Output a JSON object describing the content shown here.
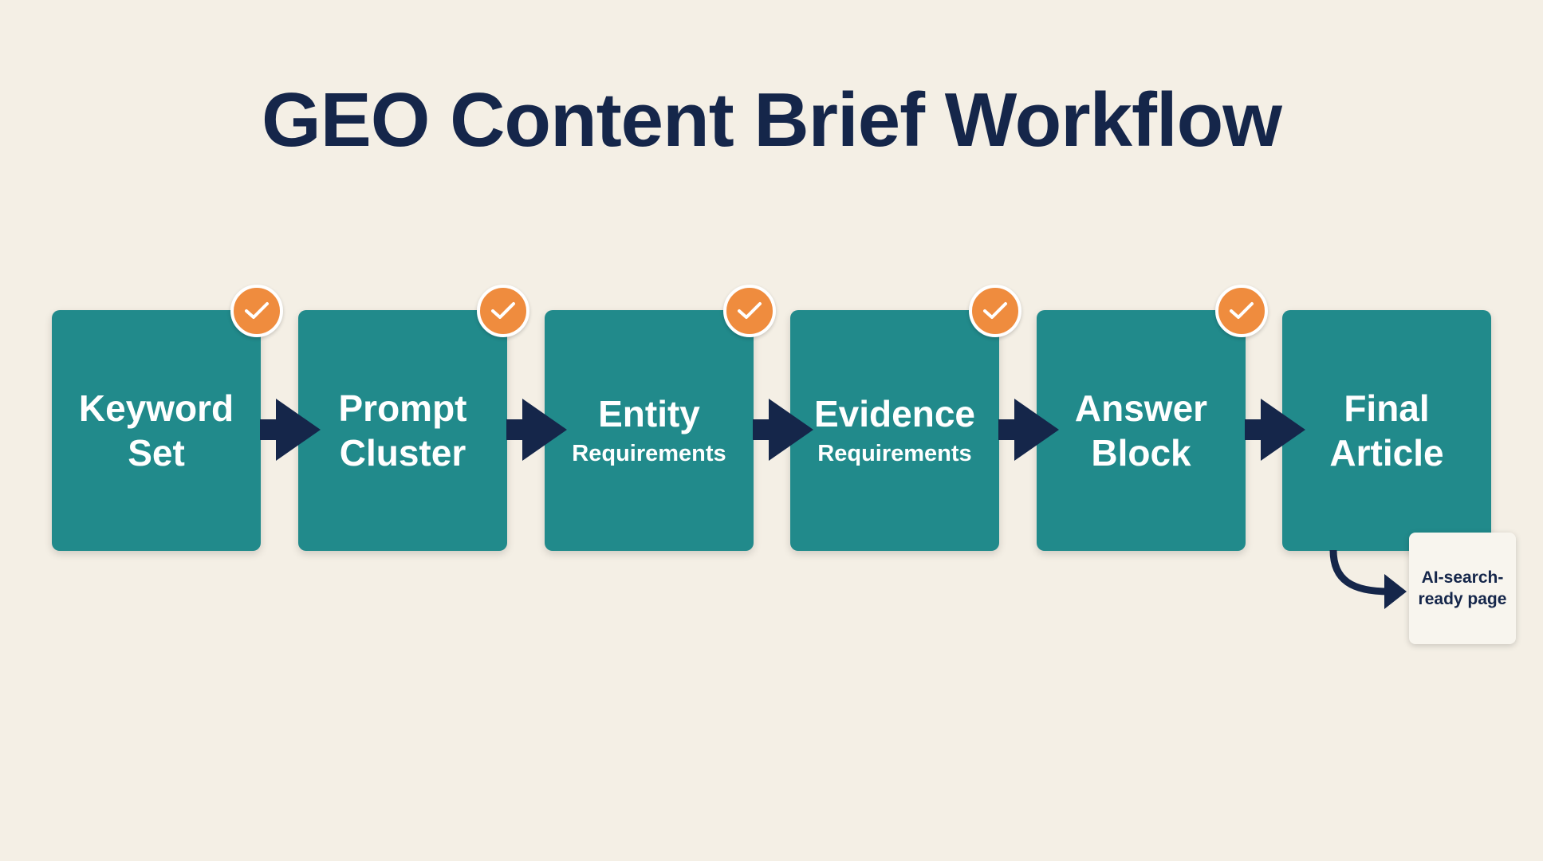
{
  "title": "GEO Content Brief Workflow",
  "steps": [
    {
      "line1": "Keyword",
      "line2": "Set",
      "completed": true
    },
    {
      "line1": "Prompt",
      "line2": "Cluster",
      "completed": true
    },
    {
      "line1": "Entity",
      "line2": "Requirements",
      "completed": true
    },
    {
      "line1": "Evidence",
      "line2": "Requirements",
      "completed": true
    },
    {
      "line1": "Answer",
      "line2": "Block",
      "completed": true
    },
    {
      "line1": "Final",
      "line2": "Article",
      "completed": false
    }
  ],
  "output": {
    "line1": "AI-search-",
    "line2": "ready page"
  },
  "colors": {
    "background": "#f4efe5",
    "step_fill": "#218a8b",
    "check_fill": "#ef8c3e",
    "arrow": "#15264a",
    "title": "#15264a"
  },
  "icons": {
    "check": "check-icon",
    "arrow": "arrow-right-icon",
    "curved_arrow": "curved-arrow-icon"
  }
}
